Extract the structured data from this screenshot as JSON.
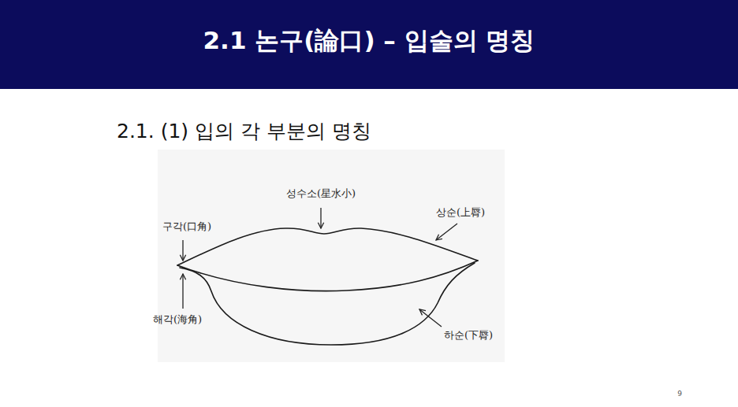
{
  "diagram": {
    "title": "2.1 논구(論口) – 입술의 명칭",
    "labels": [
      "2.1. (1) 입의 각 부분의 명칭",
      "성수소(星水小)",
      "구각(口角)",
      "상순(上脣)",
      "해각(海角)",
      "하순(下脣)",
      "9"
    ]
  }
}
